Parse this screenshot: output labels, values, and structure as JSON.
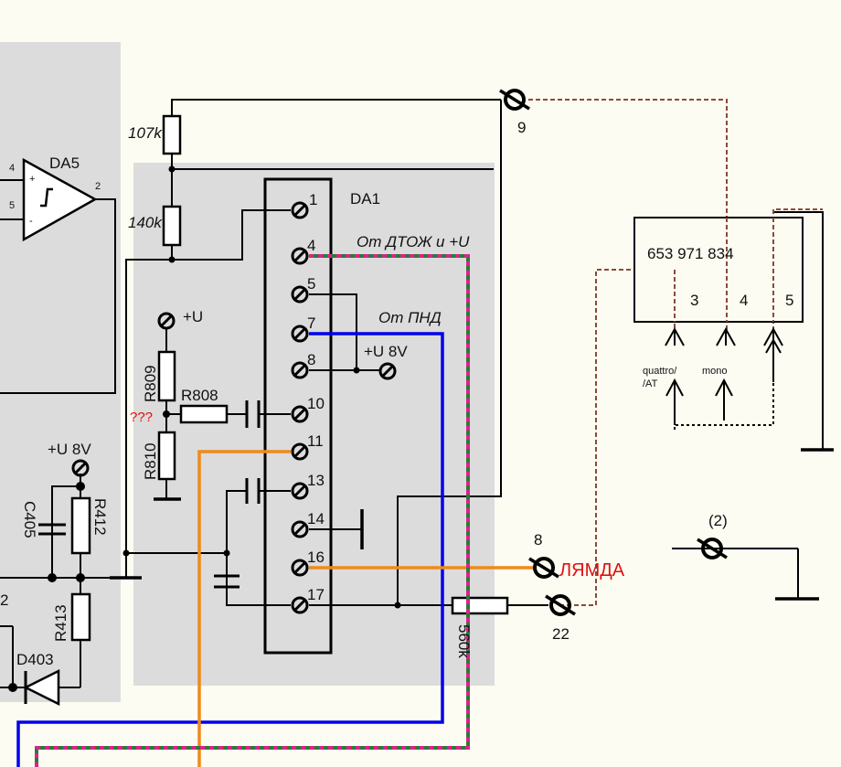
{
  "colors": {
    "background": "#fcfcf2",
    "panel": "#dcdcdc",
    "wire": "#000000",
    "blue_wire": "#0000ee",
    "orange_wire": "#f08a1a",
    "pink_wire": "#e0208a",
    "green_wire": "#2a7a3a",
    "red_text": "#e01010",
    "dashed_brown": "#8b4a3a"
  },
  "ic": {
    "name": "DA1",
    "pins": [
      "1",
      "4",
      "5",
      "7",
      "8",
      "10",
      "11",
      "13",
      "14",
      "16",
      "17"
    ]
  },
  "opamp": {
    "name": "DA5",
    "pin_plus": "+",
    "pin_minus": "-",
    "pin_4": "4",
    "pin_5": "5",
    "pin_2": "2"
  },
  "labels": {
    "r107": "107k",
    "r140": "140k",
    "r809": "R809",
    "r808": "R808",
    "r810": "R810",
    "r412": "R412",
    "r413": "R413",
    "c405": "C405",
    "d403": "D403",
    "r560": "560k",
    "unknown": "???",
    "plus_u": "+U",
    "plus_u_8v_left": "+U 8V",
    "plus_u_8v_right": "+U 8V",
    "from_dtoj": "От ДТОЖ и +U",
    "from_pnd": "От ПНД",
    "lambda": "ЛЯМДА",
    "term_9": "9",
    "term_8": "8",
    "term_22": "22",
    "term_2": "(2)",
    "edge_2": "2"
  },
  "connector": {
    "part_number": "653 971 834",
    "pins": [
      "3",
      "4",
      "5"
    ],
    "label_quattro_1": "quattro/",
    "label_quattro_2": "/AT",
    "label_mono": "mono"
  }
}
